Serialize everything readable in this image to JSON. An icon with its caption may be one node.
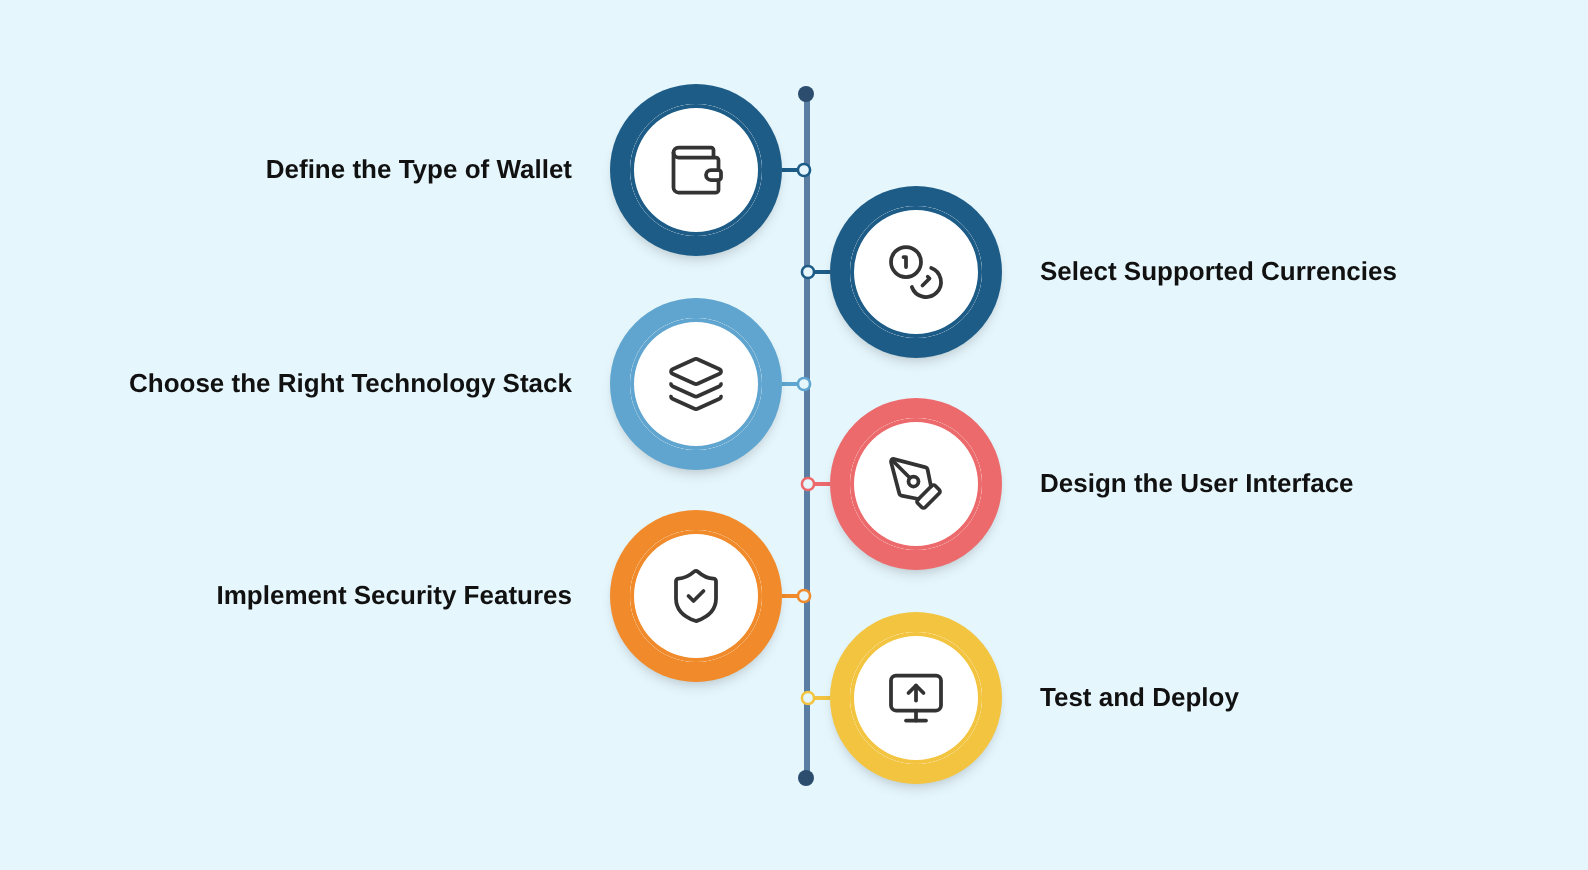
{
  "diagram": {
    "nodes": [
      {
        "text": [
          "Define the Type of Wallet"
        ]
      },
      {
        "text": [
          "Select Supported Currencies"
        ]
      },
      {
        "text": [
          "Choose the Right Technology Stack"
        ]
      },
      {
        "text": [
          "Design the User Interface"
        ]
      },
      {
        "text": [
          "Implement Security Features"
        ]
      },
      {
        "text": [
          "Test and Deploy"
        ]
      },
      {
        "text": [],
        "shape": "bar"
      }
    ],
    "edges": [
      {
        "from": 0,
        "to": 6,
        "arrow": "other",
        "color": "#1d5c87"
      },
      {
        "from": 1,
        "to": 6,
        "arrow": "other",
        "color": "#1d5c87"
      },
      {
        "from": 2,
        "to": 6,
        "arrow": "other",
        "color": "#5fa5cf"
      },
      {
        "from": 3,
        "to": 6,
        "arrow": "other",
        "color": "#ec6a6c"
      },
      {
        "from": 4,
        "to": 6,
        "arrow": "other",
        "color": "#f08a2a"
      },
      {
        "from": 5,
        "to": 6,
        "arrow": "other",
        "color": "#f2c440"
      }
    ]
  }
}
